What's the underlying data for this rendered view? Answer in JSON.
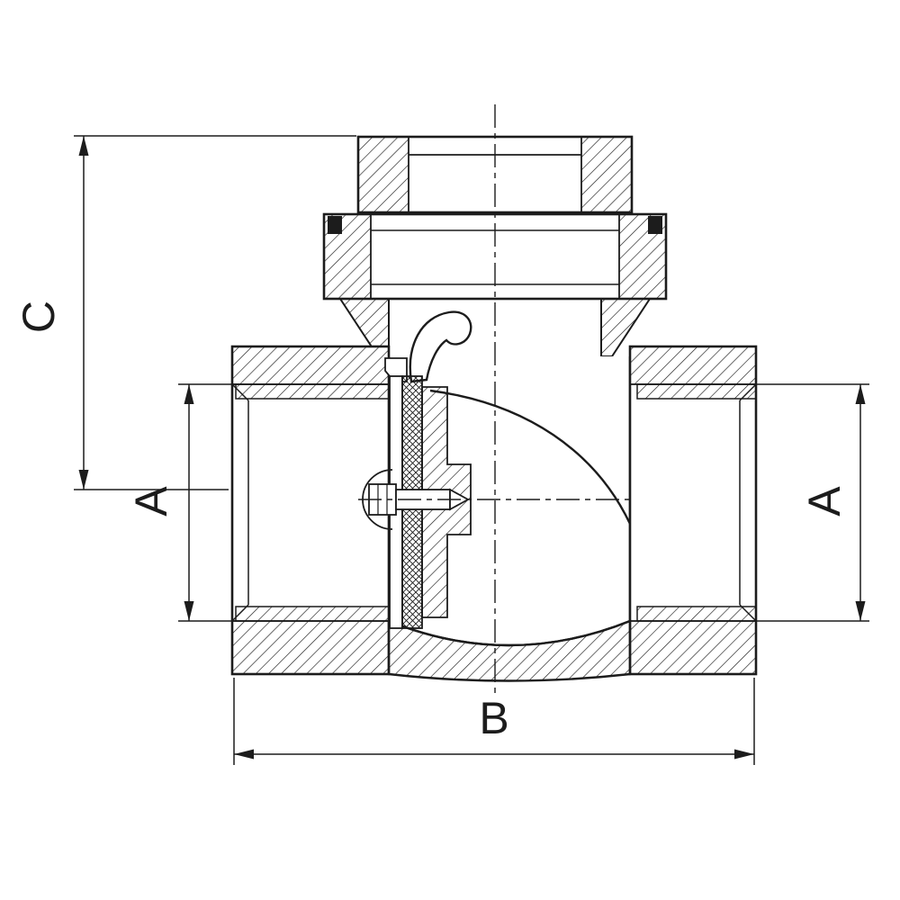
{
  "colors": {
    "line": "#1c1c1c",
    "background": "#ffffff"
  },
  "dimensions": {
    "c": {
      "label": "C"
    },
    "a_left": {
      "label": "A"
    },
    "a_right": {
      "label": "A"
    },
    "b": {
      "label": "B"
    }
  }
}
